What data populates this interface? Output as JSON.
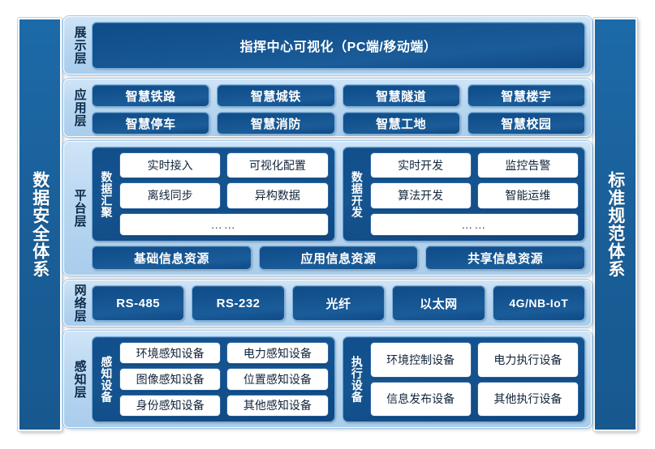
{
  "side_bands": {
    "left": "数据安全体系",
    "right": "标准规范体系"
  },
  "layers": {
    "presentation": {
      "label": "展示层",
      "item": "指挥中心可视化（PC端/移动端）"
    },
    "application": {
      "label": "应用层",
      "items": [
        "智慧铁路",
        "智慧城铁",
        "智慧隧道",
        "智慧楼宇",
        "智慧停车",
        "智慧消防",
        "智慧工地",
        "智慧校园"
      ]
    },
    "platform": {
      "label": "平台层",
      "groups": [
        {
          "name": "数据汇聚",
          "cells": [
            "实时接入",
            "可视化配置",
            "离线同步",
            "异构数据"
          ],
          "more": "……"
        },
        {
          "name": "数据开发",
          "cells": [
            "实时开发",
            "监控告警",
            "算法开发",
            "智能运维"
          ],
          "more": "……"
        }
      ],
      "resources": [
        "基础信息资源",
        "应用信息资源",
        "共享信息资源"
      ]
    },
    "network": {
      "label": "网络层",
      "items": [
        "RS-485",
        "RS-232",
        "光纤",
        "以太网",
        "4G/NB-IoT"
      ]
    },
    "perception": {
      "label": "感知层",
      "groups": [
        {
          "name": "感知设备",
          "cells": [
            "环境感知设备",
            "电力感知设备",
            "图像感知设备",
            "位置感知设备",
            "身份感知设备",
            "其他感知设备"
          ]
        },
        {
          "name": "执行设备",
          "cells": [
            "环境控制设备",
            "电力执行设备",
            "信息发布设备",
            "其他执行设备"
          ]
        }
      ]
    }
  },
  "colors": {
    "band_blue": "#1a5f99",
    "panel_light": "#b9d7f1",
    "pill_dark": "#14538f",
    "white_box": "#ffffff",
    "text_dark": "#0c2a47"
  }
}
